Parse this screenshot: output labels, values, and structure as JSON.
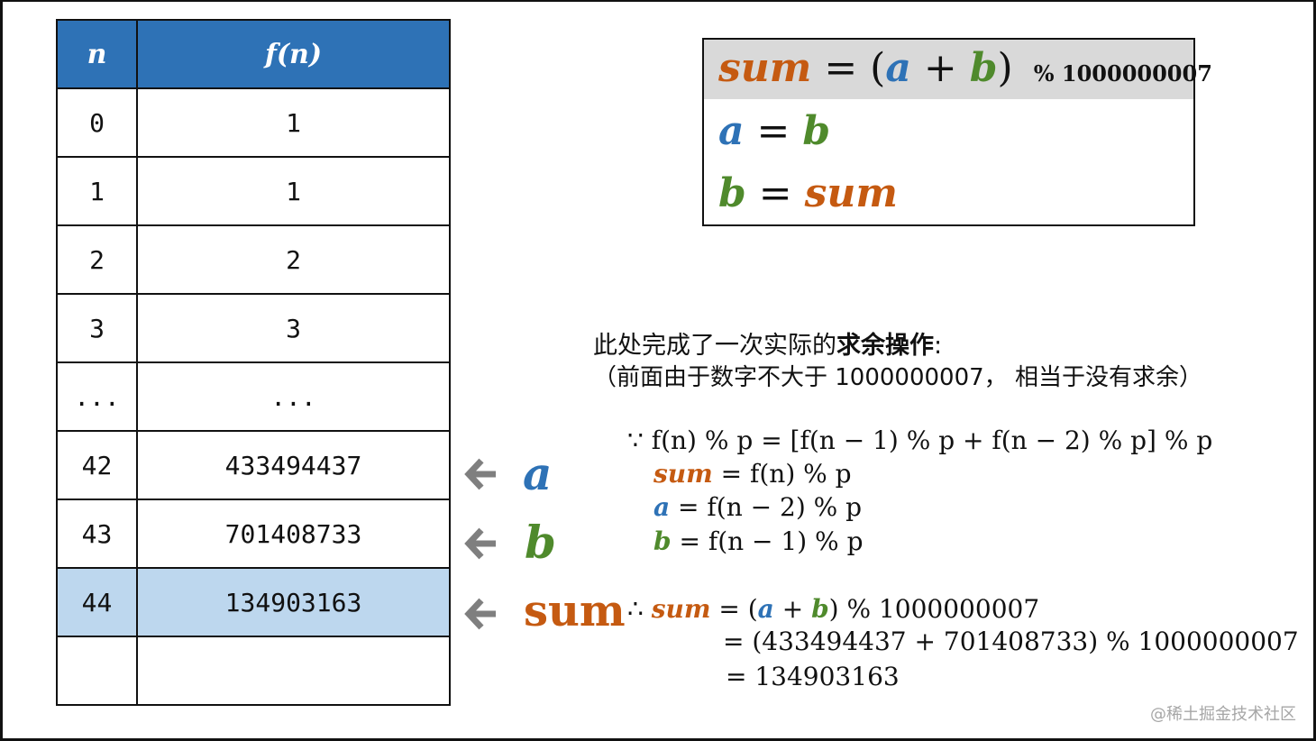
{
  "table": {
    "headers": {
      "n": "n",
      "fn": "f(n)"
    },
    "rows": [
      {
        "n": "0",
        "f": "1"
      },
      {
        "n": "1",
        "f": "1"
      },
      {
        "n": "2",
        "f": "2"
      },
      {
        "n": "3",
        "f": "3"
      },
      {
        "n": "...",
        "f": "..."
      },
      {
        "n": "42",
        "f": "433494437"
      },
      {
        "n": "43",
        "f": "701408733"
      },
      {
        "n": "44",
        "f": "134903163"
      },
      {
        "n": "",
        "f": ""
      }
    ]
  },
  "pointers": {
    "a": "a",
    "b": "b",
    "sum": "sum"
  },
  "formula_box": {
    "line1_sum": "sum",
    "line1_eq": " = (",
    "line1_a": "a",
    "line1_plus": " + ",
    "line1_b": "b",
    "line1_close": ")",
    "line1_mod": "% 1000000007",
    "line2_a": "a",
    "line2_eq": " = ",
    "line2_b": "b",
    "line3_b": "b",
    "line3_eq": " = ",
    "line3_sum": "sum"
  },
  "note": {
    "line1_plain": "此处完成了一次实际的",
    "line1_bold": "求余操作",
    "line1_colon": ":",
    "line2": "（前面由于数字不大于 1000000007，  相当于没有求余）"
  },
  "derivation": {
    "because": "∵ f(n) % p = [f(n − 1) % p + f(n − 2) % p] % p",
    "sum_var": "sum",
    "sum_rhs": " = f(n) % p",
    "a_var": "a",
    "a_rhs": " = f(n − 2) % p",
    "b_var": "b",
    "b_rhs": " = f(n − 1) % p"
  },
  "conclusion": {
    "therefore": "∴ ",
    "sum_var": "sum",
    "eq_open": " = (",
    "a_var": "a",
    "plus": " + ",
    "b_var": "b",
    "tail": ") % 1000000007",
    "line2": "= (433494437 + 701408733) % 1000000007",
    "line3": "= 134903163"
  },
  "watermark": "@稀土掘金技术社区",
  "colors": {
    "header_blue": "#2e72b6",
    "highlight": "#bdd7ee",
    "a_blue": "#2e72b6",
    "b_green": "#4f8a2c",
    "sum_orange": "#c55a11",
    "box_gray": "#d9d9d9"
  },
  "icons": [
    "arrow-left-icon"
  ]
}
